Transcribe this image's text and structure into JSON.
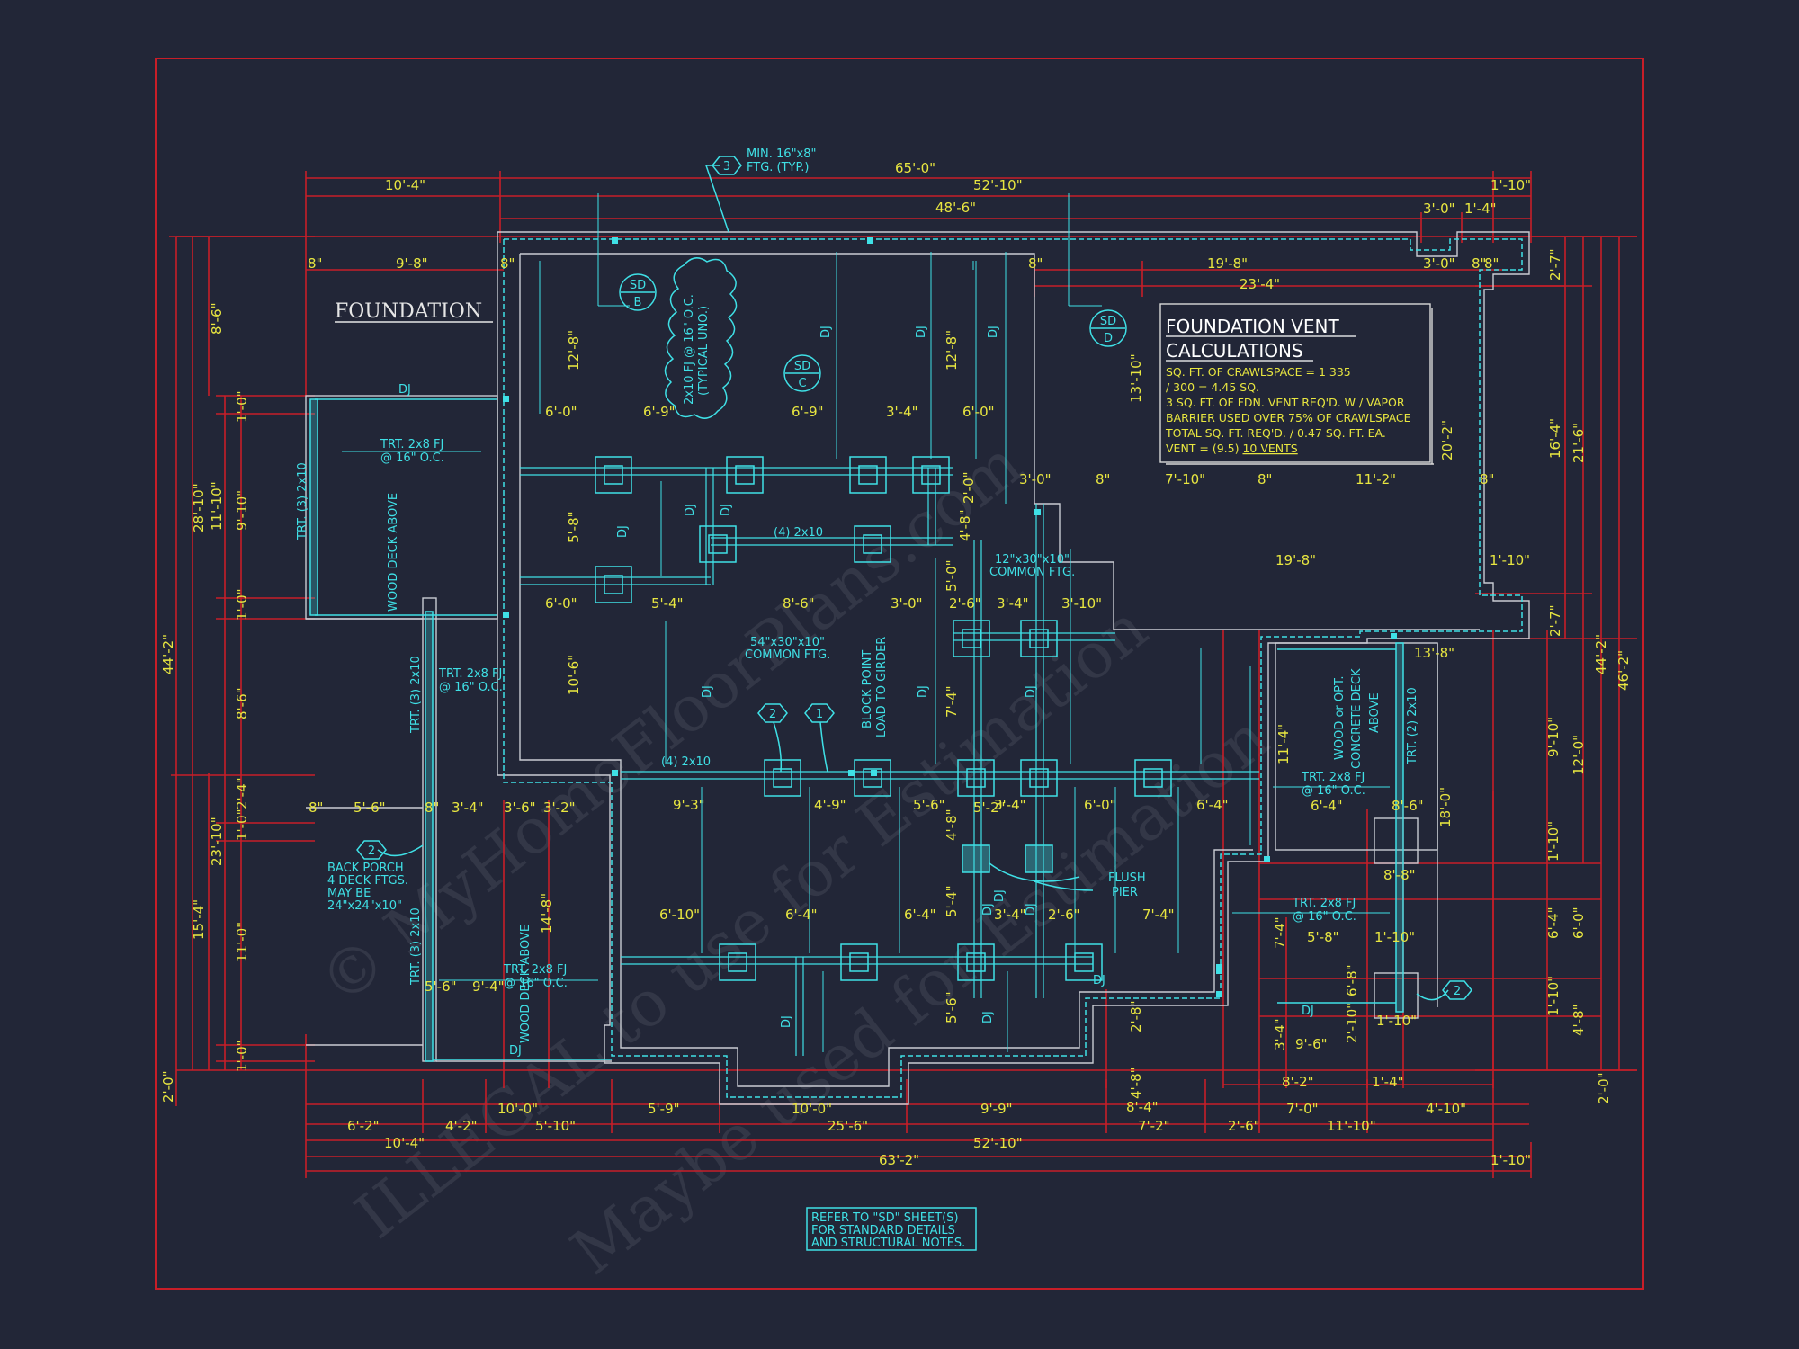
{
  "colors": {
    "background": "#222637",
    "dimension_red": "#c81e28",
    "structure_cyan": "#3fe0e6",
    "dimension_text_yellow": "#e8e640",
    "outline_white": "#d9d9d9"
  },
  "sheet": {
    "title": "FOUNDATION",
    "vent_box": {
      "heading_line1": "FOUNDATION  VENT",
      "heading_line2": "CALCULATIONS",
      "lines": [
        "SQ. FT. OF CRAWLSPACE = 1 335",
        "/ 300 = 4.45 SQ.",
        "3 SQ. FT. OF FDN. VENT REQ'D. W / VAPOR",
        "BARRIER USED OVER 75% OF CRAWLSPACE",
        "TOTAL SQ. FT. REQ'D. / 0.47 SQ. FT. EA."
      ],
      "vent_line_prefix": "VENT = (9.5) ",
      "vent_line_value": "10 VENTS"
    },
    "note_box": [
      "REFER TO \"SD\" SHEET(S)",
      "FOR STANDARD DETAILS",
      "AND STRUCTURAL NOTES."
    ],
    "callouts": {
      "min_ftg_1": "MIN. 16\"x8\"",
      "min_ftg_2": "FTG. (TYP.)",
      "min_ftg_tag": "3",
      "joist_spec": "2x10 FJ @ 16\" O.C.",
      "joist_spec2": "(TYPICAL UNO.)",
      "sd_b_top": "SD",
      "sd_b_bot": "B",
      "sd_c_top": "SD",
      "sd_c_bot": "C",
      "sd_d_top": "SD",
      "sd_d_bot": "D",
      "trt_fj_1a": "TRT. 2x8 FJ",
      "trt_fj_1b": "@ 16\" O.C.",
      "trt_fj_2a": "TRT. 2x8 FJ",
      "trt_fj_2b": "@ 16\" O.C.",
      "trt_fj_3a": "TRT. 2x8 FJ",
      "trt_fj_3b": "@ 16\" O.C.",
      "trt_fj_4a": "TRT. 2x8 FJ",
      "trt_fj_4b": "@ 16\" O.C.",
      "trt_fj_5a": "TRT. 2x8 FJ",
      "trt_fj_5b": "@ 16\" O.C.",
      "wood_deck_1": "WOOD DECK ABOVE",
      "wood_deck_2": "WOOD DECK ABOVE",
      "wood_opt_1": "WOOD or OPT.",
      "wood_opt_2": "CONCRETE DECK",
      "wood_opt_3": "ABOVE",
      "trt_3_2x10_a": "TRT. (3) 2x10",
      "trt_3_2x10_b": "TRT. (3) 2x10",
      "trt_3_2x10_c": "TRT. (3) 2x10",
      "trt_2_2x10": "TRT. (2) 2x10",
      "girder_1": "(4) 2x10",
      "girder_2": "(4) 2x10",
      "common_ftg_1a": "12\"x30\"x10\"",
      "common_ftg_1b": "COMMON FTG.",
      "common_ftg_2a": "54\"x30\"x10\"",
      "common_ftg_2b": "COMMON FTG.",
      "block_point_1": "BLOCK POINT",
      "block_point_2": "LOAD TO GIRDER",
      "flush_pier_1": "FLUSH",
      "flush_pier_2": "PIER",
      "back_porch": [
        "BACK PORCH",
        "4 DECK FTGS.",
        "MAY BE",
        "24\"x24\"x10\""
      ],
      "tag_2a": "2",
      "tag_2b": "2",
      "tag_2c": "2",
      "tag_1": "1",
      "dj_labels": [
        "DJ",
        "DJ",
        "DJ",
        "DJ",
        "DJ",
        "DJ",
        "DJ",
        "DJ",
        "DJ",
        "DJ",
        "DJ",
        "DJ",
        "DJ",
        "DJ",
        "DJ",
        "DJ",
        "DJ",
        "DJ"
      ]
    },
    "dims_top": {
      "overall": "65'-0\"",
      "left": "10'-4\"",
      "mid": "52'-10\"",
      "right": "1'-10\"",
      "sub": "48'-6\"",
      "r1": "3'-0\"",
      "r2": "1'-4\"",
      "a1": "8\"",
      "a2": "9'-8\"",
      "a3": "8\"",
      "a4": "8\"",
      "a5": "19'-8\"",
      "a6": "23'-4\"",
      "a7": "3'-0\"",
      "a8": "8\"",
      "a9": "8\""
    },
    "dims_interior": [
      "6'-0\"",
      "6'-9\"",
      "6'-9\"",
      "3'-4\"",
      "6'-0\"",
      "6'-0\"",
      "5'-4\"",
      "8'-6\"",
      "3'-0\"",
      "2'-6\"",
      "3'-4\"",
      "3'-10\"",
      "9'-3\"",
      "4'-9\"",
      "5'-6\"",
      "3'-4\"",
      "6'-0\"",
      "6'-4\"",
      "6'-10\"",
      "6'-4\"",
      "6'-4\"",
      "3'-4\"",
      "2'-6\"",
      "7'-4\"",
      "5'-6\"",
      "3'-4\"",
      "3'-2\"",
      "5'-2\"",
      "9'-4\"",
      "3'-0\"",
      "8\"",
      "7'-10\"",
      "8\"",
      "11'-2\"",
      "8\"",
      "19'-8\"",
      "1'-10\"",
      "13'-8\"",
      "6'-4\"",
      "5'-8\"",
      "1'-10\"",
      "9'-6\"",
      "1'-10\"",
      "8'-8\"",
      "8'-6\""
    ],
    "dims_vertical_interior": [
      "12'-8\"",
      "12'-8\"",
      "13'-10\"",
      "5'-8\"",
      "10'-6\"",
      "7'-4\"",
      "5'-0\"",
      "4'-8\"",
      "2'-0\"",
      "4'-8\"",
      "5'-4\"",
      "5'-6\"",
      "14'-8\"",
      "11'-4\"",
      "7'-4\"",
      "3'-4\"",
      "2'-8\"",
      "4'-8\"",
      "2'-10\"",
      "6'-8\"",
      "20'-2\""
    ],
    "dims_left": [
      "8'-6\"",
      "1'-0\"",
      "9'-10\"",
      "1'-0\"",
      "11'-10\"",
      "28'-10\"",
      "44'-2\"",
      "8'-6\"",
      "2'-4\"",
      "1'-0\"",
      "23'-10\"",
      "11'-0\"",
      "15'-4\"",
      "1'-0\"",
      "2'-0\"",
      "8\"",
      "5'-6\"",
      "3'-6\"",
      "8\""
    ],
    "dims_right": [
      "2'-7\"",
      "16'-4\"",
      "21'-6\"",
      "2'-7\"",
      "44'-2\"",
      "46'-2\"",
      "9'-10\"",
      "12'-0\"",
      "18'-0\"",
      "1'-10\"",
      "6'-4\"",
      "6'-0\"",
      "1'-10\"",
      "4'-8\"",
      "2'-0\""
    ],
    "dims_bottom": {
      "b1": "10'-0\"",
      "b2": "5'-9\"",
      "b3": "10'-0\"",
      "b4": "9'-9\"",
      "b5": "8'-4\"",
      "b6": "7'-0\"",
      "b7": "4'-10\"",
      "b8": "8'-2\"",
      "b9": "1'-4\"",
      "c1": "6'-2\"",
      "c2": "4'-2\"",
      "c3": "5'-10\"",
      "c4": "25'-6\"",
      "c5": "7'-2\"",
      "c6": "2'-6\"",
      "c7": "11'-10\"",
      "d1": "10'-4\"",
      "d2": "52'-10\"",
      "e1": "63'-2\"",
      "e2": "1'-10\""
    },
    "watermark": [
      "© MyHomeFloorPlans.com",
      "ILLEGAL to use for Estimation",
      "Maybe used for Estimation"
    ]
  }
}
